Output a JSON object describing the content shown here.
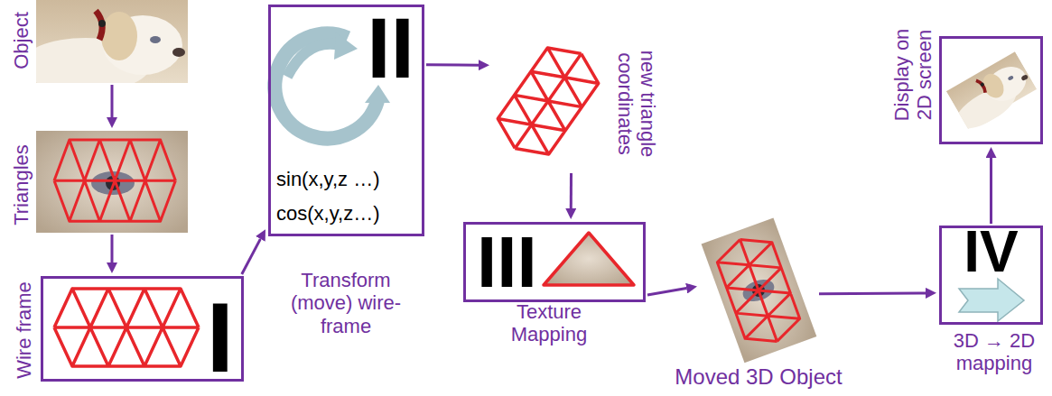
{
  "diagram": {
    "nodes": [
      {
        "text": [
          "Object"
        ]
      },
      {
        "text": [
          "Triangles"
        ]
      },
      {
        "text": [
          "Wire frame",
          "I"
        ]
      },
      {
        "text": [
          "II",
          "sin(x,y,z …)",
          "cos(x,y,z…)",
          "Transform (move) wire-frame"
        ]
      },
      {
        "text": [
          "new triangle coordinates"
        ]
      },
      {
        "text": [
          "III",
          "Texture Mapping"
        ]
      },
      {
        "text": [
          "Moved 3D Object"
        ]
      },
      {
        "text": [
          "IV",
          "3D → 2D mapping"
        ]
      },
      {
        "text": [
          "Display on 2D screen"
        ]
      }
    ],
    "edges": [
      {
        "from": 0,
        "to": 1,
        "arrow": "to"
      },
      {
        "from": 1,
        "to": 2,
        "arrow": "to"
      },
      {
        "from": 2,
        "to": 3,
        "arrow": "to"
      },
      {
        "from": 3,
        "to": 4,
        "arrow": "to"
      },
      {
        "from": 4,
        "to": 5,
        "arrow": "to"
      },
      {
        "from": 5,
        "to": 6,
        "arrow": "to"
      },
      {
        "from": 6,
        "to": 7,
        "arrow": "to"
      },
      {
        "from": 7,
        "to": 8,
        "arrow": "to"
      }
    ]
  }
}
